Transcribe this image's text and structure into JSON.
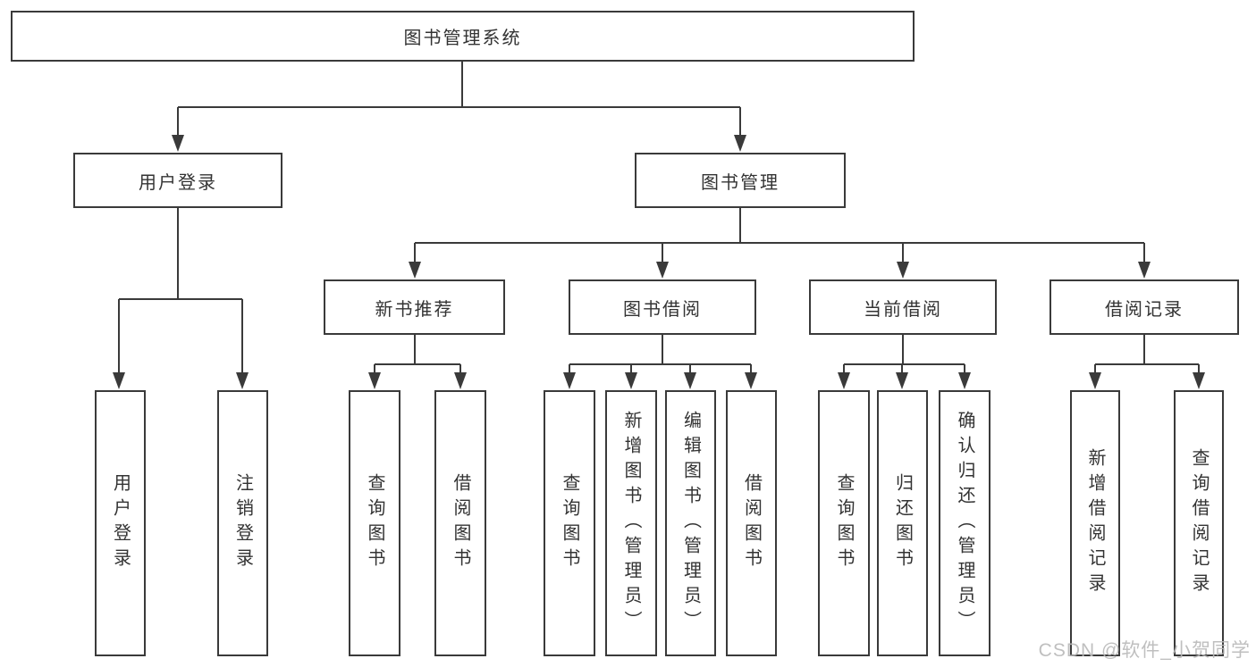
{
  "tree": {
    "label": "图书管理系统",
    "children": [
      {
        "label": "用户登录",
        "children": [
          {
            "label": "用户登录"
          },
          {
            "label": "注销登录"
          }
        ]
      },
      {
        "label": "图书管理",
        "children": [
          {
            "label": "新书推荐",
            "children": [
              {
                "label": "查询图书"
              },
              {
                "label": "借阅图书"
              }
            ]
          },
          {
            "label": "图书借阅",
            "children": [
              {
                "label": "查询图书"
              },
              {
                "label": "新增图书（管理员）"
              },
              {
                "label": "编辑图书（管理员）"
              },
              {
                "label": "借阅图书"
              }
            ]
          },
          {
            "label": "当前借阅",
            "children": [
              {
                "label": "查询图书"
              },
              {
                "label": "归还图书"
              },
              {
                "label": "确认归还（管理员）"
              }
            ]
          },
          {
            "label": "借阅记录",
            "children": [
              {
                "label": "新增借阅记录"
              },
              {
                "label": "查询借阅记录"
              }
            ]
          }
        ]
      }
    ]
  },
  "watermark": "CSDN @软件_小贺同学",
  "colors": {
    "line": "#3a3a3a",
    "text": "#333333",
    "box_bg": "#ffffff",
    "page_bg": "#ffffff",
    "watermark": "#b9b9b9"
  }
}
